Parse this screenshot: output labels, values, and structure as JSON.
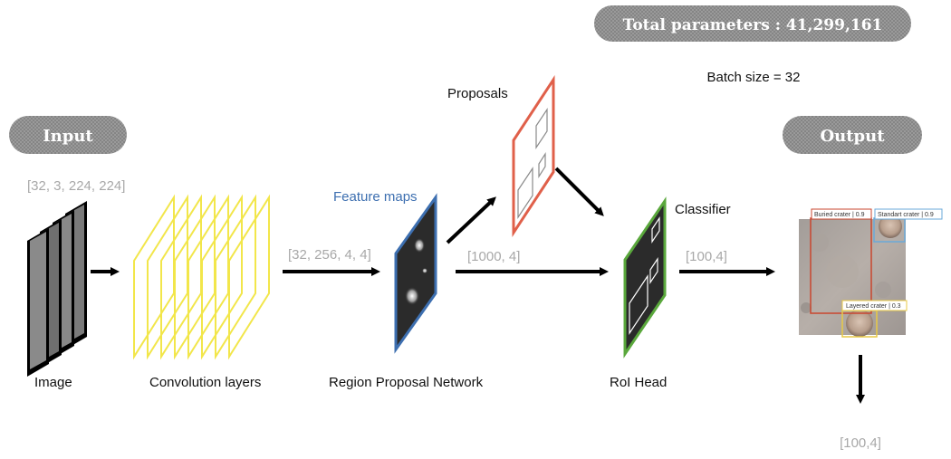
{
  "header": {
    "total_parameters": "Total parameters : 41,299,161",
    "batch_size": "Batch size = 32"
  },
  "pills": {
    "input": "Input",
    "output": "Output"
  },
  "labels": {
    "image": "Image",
    "convolution_layers": "Convolution layers",
    "region_proposal_network": "Region Proposal Network",
    "roi_head": "RoI Head",
    "feature_maps": "Feature maps",
    "proposals": "Proposals",
    "classifier": "Classifier"
  },
  "shapes": {
    "input": "[32, 3, 224, 224]",
    "features": "[32, 256, 4, 4]",
    "proposals": "[1000, 4]",
    "classifier": "[100,4]",
    "output": "[100,4]"
  },
  "detections": [
    "Buried crater | 0.9",
    "Standart crater | 0.9",
    "Layered crater | 0.3"
  ],
  "colors": {
    "pill": "#8f8f8f",
    "conv_yellow": "#f2e64a",
    "feature_blue": "#3d6fb0",
    "proposal_red": "#e0604a",
    "roi_green": "#5aa83c",
    "shape_gray": "#a8a8a8",
    "feature_blue_text": "#3d6fb0"
  }
}
